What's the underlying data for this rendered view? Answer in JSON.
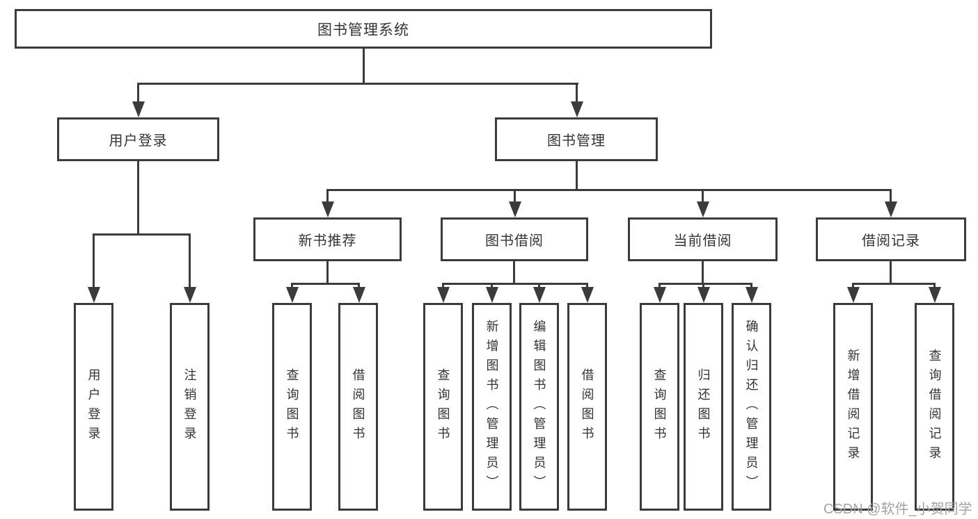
{
  "diagram": {
    "root": {
      "label": "图书管理系统"
    },
    "level2": [
      {
        "label": "用户登录"
      },
      {
        "label": "图书管理"
      }
    ],
    "level3": [
      {
        "label": "新书推荐",
        "parent": "图书管理"
      },
      {
        "label": "图书借阅",
        "parent": "图书管理"
      },
      {
        "label": "当前借阅",
        "parent": "图书管理"
      },
      {
        "label": "借阅记录",
        "parent": "图书管理"
      }
    ],
    "leaves": [
      {
        "label": "用户登录",
        "parent": "用户登录"
      },
      {
        "label": "注销登录",
        "parent": "用户登录"
      },
      {
        "label": "查询图书",
        "parent": "新书推荐"
      },
      {
        "label": "借阅图书",
        "parent": "新书推荐"
      },
      {
        "label": "查询图书",
        "parent": "图书借阅"
      },
      {
        "label": "新增图书（管理员）",
        "parent": "图书借阅"
      },
      {
        "label": "编辑图书（管理员）",
        "parent": "图书借阅"
      },
      {
        "label": "借阅图书",
        "parent": "图书借阅"
      },
      {
        "label": "查询图书",
        "parent": "当前借阅"
      },
      {
        "label": "归还图书",
        "parent": "当前借阅"
      },
      {
        "label": "确认归还（管理员）",
        "parent": "当前借阅"
      },
      {
        "label": "新增借阅记录",
        "parent": "借阅记录"
      },
      {
        "label": "查询借阅记录",
        "parent": "借阅记录"
      }
    ],
    "colors": {
      "line": "#3b3b3b",
      "box_background": "#ffffff",
      "text": "#333333",
      "watermark": "#a3a3a3"
    }
  },
  "watermark": {
    "text": "CSDN @软件_小贺同学"
  }
}
